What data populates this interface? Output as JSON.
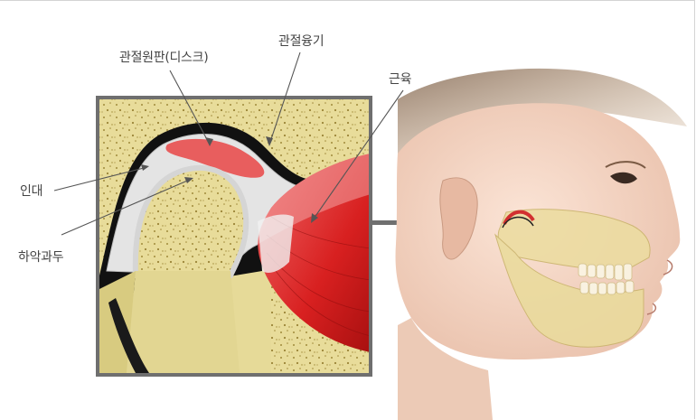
{
  "labels": {
    "articular_disc": "관절원판(디스크)",
    "articular_eminence": "관절융기",
    "muscle": "근육",
    "ligament": "인대",
    "mandibular_condyle": "하악과두"
  },
  "colors": {
    "bone": "#e8dc9a",
    "bone_dark": "#d6c67a",
    "cartilage": "#e6e6e6",
    "disc": "#e86060",
    "muscle": "#d92222",
    "frame": "#6f6f6f",
    "skin": "#f2d2c0",
    "leader_line": "#555555"
  }
}
